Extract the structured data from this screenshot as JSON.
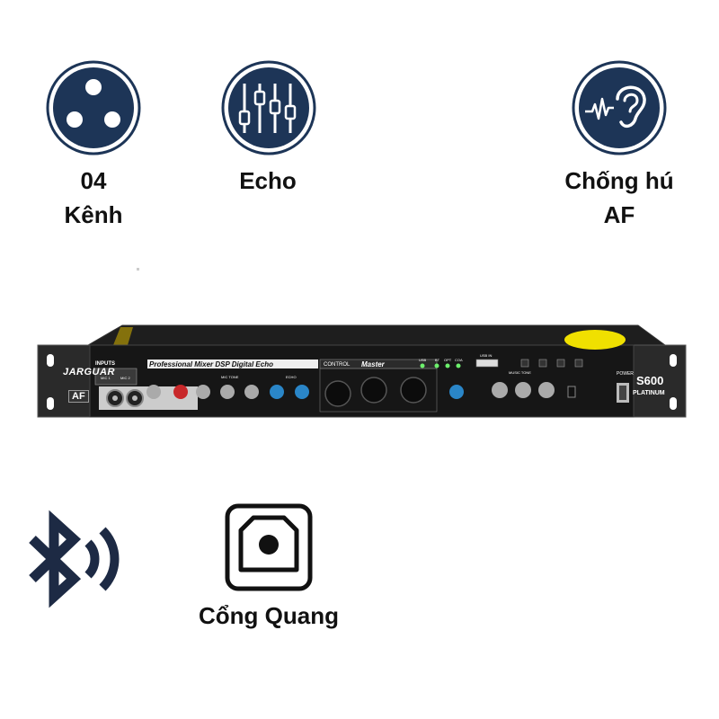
{
  "features": {
    "channels": {
      "line1": "04",
      "line2": "Kênh",
      "icon": "xlr-connector-icon"
    },
    "echo": {
      "label": "Echo",
      "icon": "equalizer-sliders-icon"
    },
    "feedback": {
      "line1": "Chống hú",
      "line2": "AF",
      "icon": "ear-sound-icon"
    },
    "bluetooth": {
      "icon": "bluetooth-icon"
    },
    "optical": {
      "label": "Cổng Quang",
      "icon": "optical-port-icon"
    }
  },
  "device": {
    "brand": "JARGUAR",
    "brand_badge": "AF",
    "inputs_label": "INPUTS",
    "header_title": "Professional Mixer DSP Digital Echo",
    "mic1": "MIC 1",
    "mic2": "MIC 2",
    "mic_tone": "MIC TONE",
    "echo": "ECHO",
    "control": "CONTROL",
    "master": "Master",
    "usb": "USB",
    "bt": "BT",
    "opt": "OPT",
    "coa": "COA",
    "usb_port": "USB IN",
    "music_tone": "MUSIC TONE",
    "power": "POWER",
    "model": "S600",
    "edition": "PLATINUM",
    "colors": {
      "panel": "#161616",
      "accent_red": "#c8282a",
      "accent_blue": "#2a86c8",
      "icon_navy": "#1d3557",
      "badge_yellow": "#f0e000"
    }
  }
}
